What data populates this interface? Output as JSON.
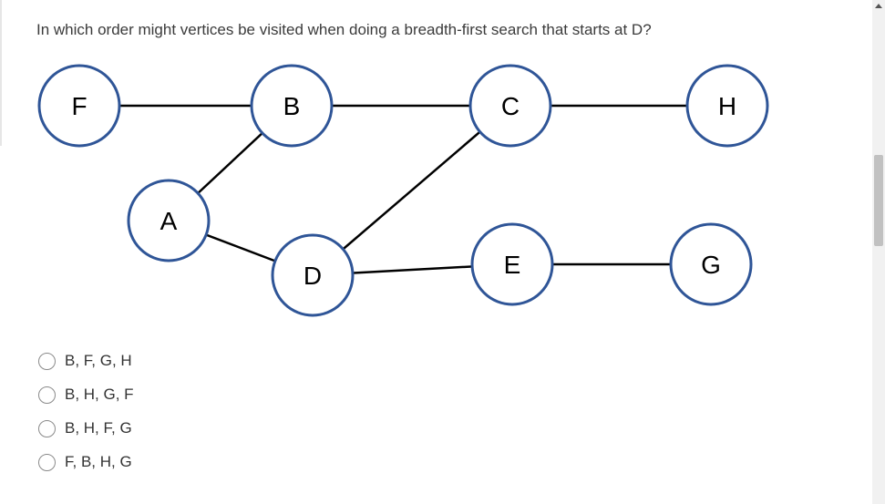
{
  "question": {
    "text": "In which order might vertices be visited when doing a breadth-first search that starts at D?"
  },
  "graph": {
    "nodes": [
      {
        "id": "F",
        "label": "F"
      },
      {
        "id": "B",
        "label": "B"
      },
      {
        "id": "C",
        "label": "C"
      },
      {
        "id": "H",
        "label": "H"
      },
      {
        "id": "A",
        "label": "A"
      },
      {
        "id": "D",
        "label": "D"
      },
      {
        "id": "E",
        "label": "E"
      },
      {
        "id": "G",
        "label": "G"
      }
    ],
    "edges": [
      [
        "F",
        "B"
      ],
      [
        "B",
        "C"
      ],
      [
        "C",
        "H"
      ],
      [
        "B",
        "A"
      ],
      [
        "A",
        "D"
      ],
      [
        "D",
        "C"
      ],
      [
        "D",
        "E"
      ],
      [
        "E",
        "G"
      ]
    ]
  },
  "options": [
    {
      "label": "B, F, G, H"
    },
    {
      "label": "B, H, G, F"
    },
    {
      "label": "B, H, F, G"
    },
    {
      "label": "F, B, H, G"
    }
  ]
}
